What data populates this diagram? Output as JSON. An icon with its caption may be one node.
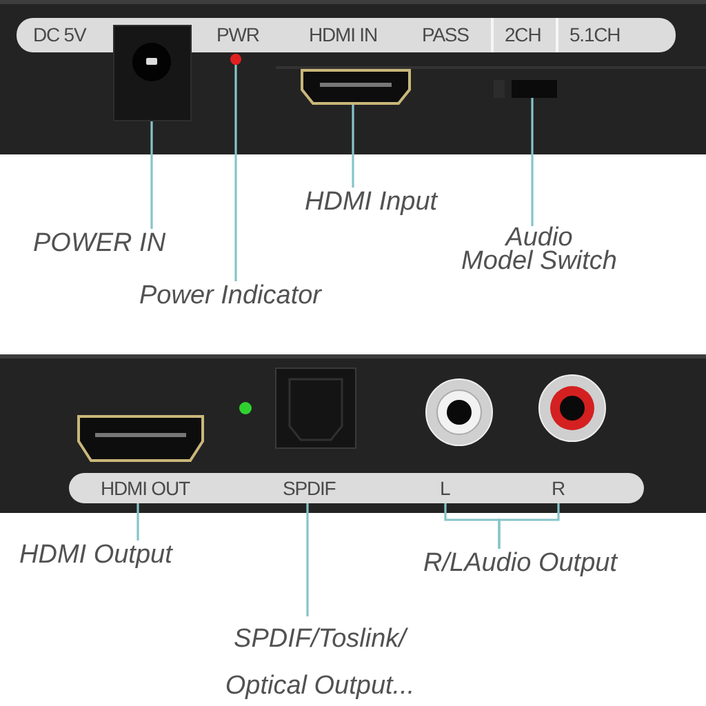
{
  "diagram": {
    "nodes": [
      {
        "text": [
          "DC 5V",
          "PWR",
          "HDMI IN",
          "PASS",
          "2CH",
          "5.1CH"
        ]
      },
      {
        "text": [],
        "shape": "picture"
      },
      {
        "text": [],
        "shape": "circle"
      },
      {
        "text": [],
        "shape": "picture"
      },
      {
        "text": [],
        "shape": "box"
      },
      {
        "text": [
          "HDMI Input"
        ]
      },
      {
        "text": [
          "POWER IN"
        ]
      },
      {
        "text": [
          "Audio Model Switch"
        ]
      },
      {
        "text": [
          "Power Indicator"
        ]
      },
      {
        "text": [],
        "shape": "bar"
      },
      {
        "text": [
          "HDMI OUT"
        ],
        "in": 9
      },
      {
        "text": [
          "SPDIF"
        ],
        "in": 9
      },
      {
        "text": [
          "L"
        ],
        "in": 9
      },
      {
        "text": [
          "R"
        ],
        "in": 9
      },
      {
        "text": [
          "HDMI Output"
        ]
      },
      {
        "text": [
          "R/LAudio Output"
        ]
      },
      {
        "text": [
          "SPDIF/Toslink/ Optical Output..."
        ]
      }
    ],
    "edges": [
      {
        "from": 6,
        "to": 1,
        "arrow": "none"
      },
      {
        "from": 8,
        "to": 2,
        "arrow": "none"
      },
      {
        "from": 5,
        "to": 3,
        "arrow": "none"
      },
      {
        "from": 7,
        "to": 4,
        "arrow": "none"
      },
      {
        "from": 14,
        "to": 10,
        "arrow": "none"
      },
      {
        "from": 16,
        "to": 11,
        "arrow": "none"
      },
      {
        "from": 15,
        "to": 12,
        "arrow": "none"
      },
      {
        "from": 15,
        "to": 13,
        "arrow": "none"
      }
    ]
  }
}
